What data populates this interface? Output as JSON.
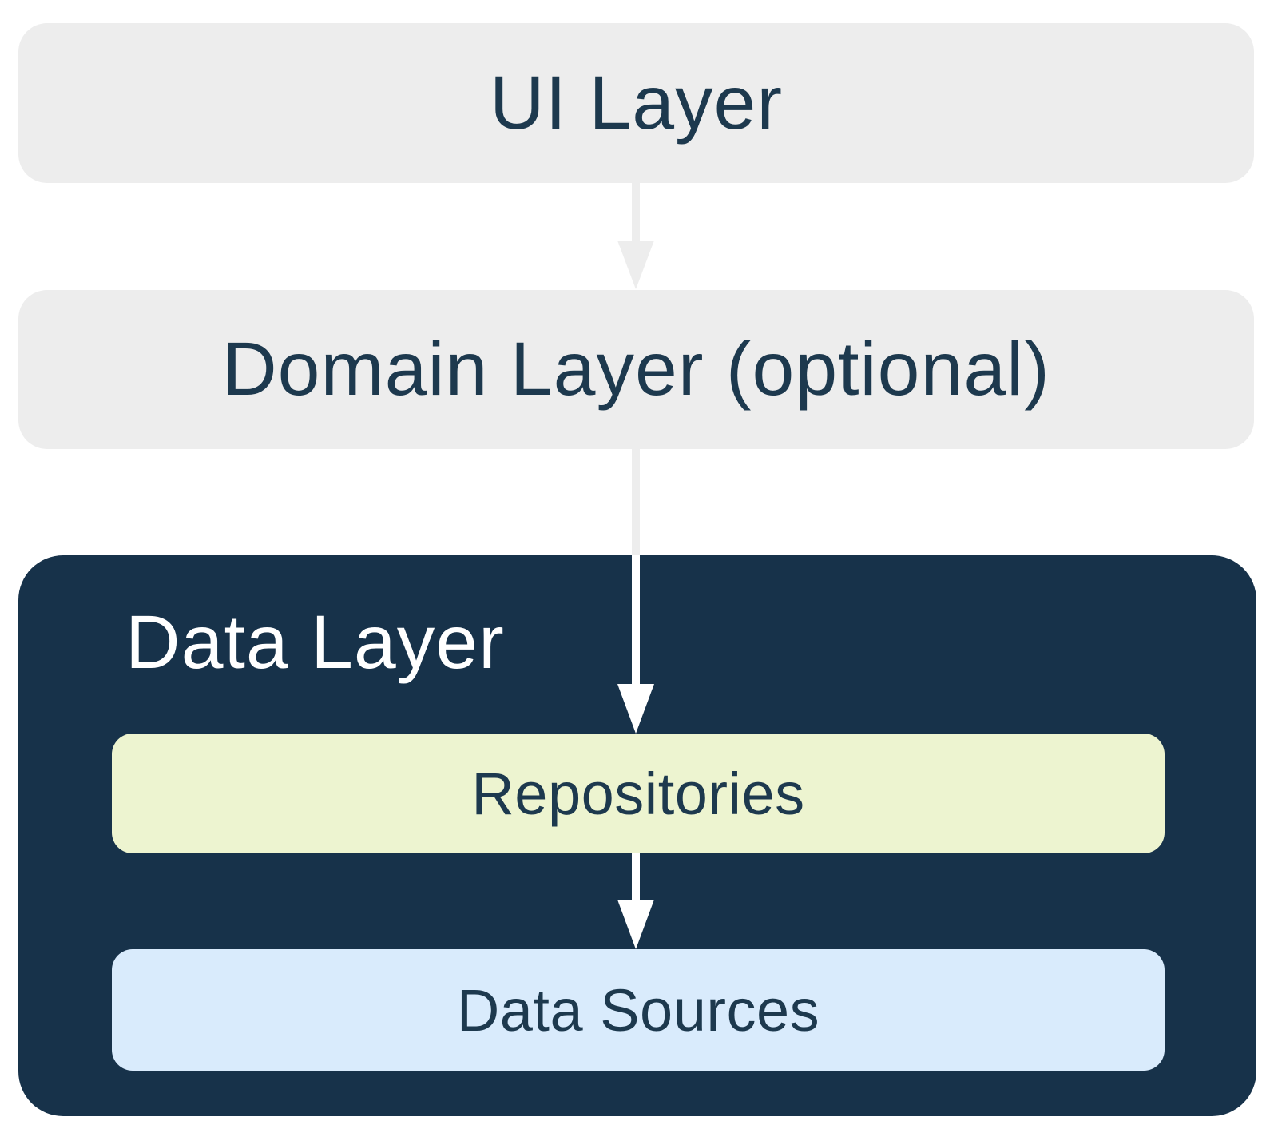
{
  "diagram": {
    "layers": {
      "ui": {
        "label": "UI Layer"
      },
      "domain": {
        "label": "Domain Layer (optional)"
      },
      "data": {
        "label": "Data Layer",
        "children": [
          {
            "label": "Repositories"
          },
          {
            "label": "Data Sources"
          }
        ]
      }
    },
    "flow": [
      "UI Layer -> Domain Layer (optional)",
      "Domain Layer (optional) -> Repositories",
      "Repositories -> Data Sources"
    ],
    "colors": {
      "light_layer_box": "#EDEDED",
      "data_layer_box": "#17324A",
      "repositories_box": "#EDF4D0",
      "data_sources_box": "#D9EBFC",
      "text_dark": "#1D394E",
      "text_light": "#FFFFFF",
      "arrow_gray": "#EDEDED",
      "arrow_white": "#FFFFFF"
    }
  }
}
